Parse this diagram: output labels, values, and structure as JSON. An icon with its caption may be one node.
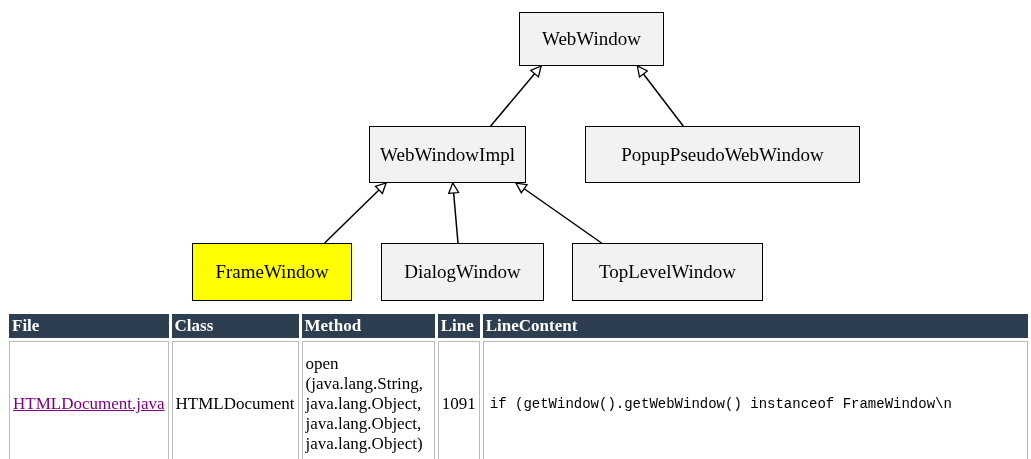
{
  "diagram": {
    "nodes": [
      {
        "text": [
          "WebWindow"
        ]
      },
      {
        "text": [
          "WebWindowImpl"
        ]
      },
      {
        "text": [
          "PopupPseudoWebWindow"
        ]
      },
      {
        "text": [
          "FrameWindow"
        ]
      },
      {
        "text": [
          "DialogWindow"
        ]
      },
      {
        "text": [
          "TopLevelWindow"
        ]
      }
    ],
    "edges": [
      {
        "from": 1,
        "to": 0,
        "arrow": "to"
      },
      {
        "from": 2,
        "to": 0,
        "arrow": "to"
      },
      {
        "from": 3,
        "to": 1,
        "arrow": "to"
      },
      {
        "from": 4,
        "to": 1,
        "arrow": "to"
      },
      {
        "from": 5,
        "to": 1,
        "arrow": "to"
      }
    ],
    "labels": [
      "File",
      "Class",
      "Method",
      "Line",
      "LineContent",
      "HTMLDocument.java",
      "HTMLDocument",
      "open (java.lang.String, java.lang.Object, java.lang.Object, java.lang.Object)",
      "1091",
      "if (getWindow().getWebWindow() instanceof FrameWindow\\n"
    ]
  }
}
